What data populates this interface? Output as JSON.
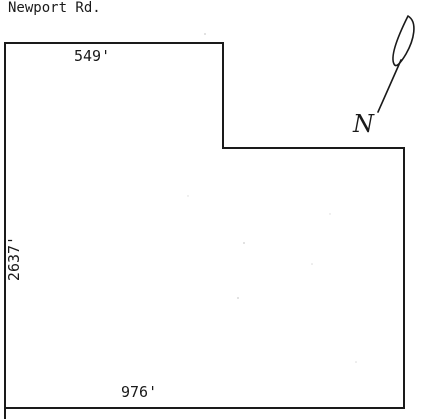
{
  "road_label": "Newport Rd.",
  "dimensions": {
    "top": "549'",
    "side": "2637'",
    "bottom": "976'"
  },
  "north_symbol": {
    "letter": "N",
    "icon": "north-arrow-icon"
  },
  "colors": {
    "line": "#1a1a1a",
    "background": "#ffffff"
  }
}
